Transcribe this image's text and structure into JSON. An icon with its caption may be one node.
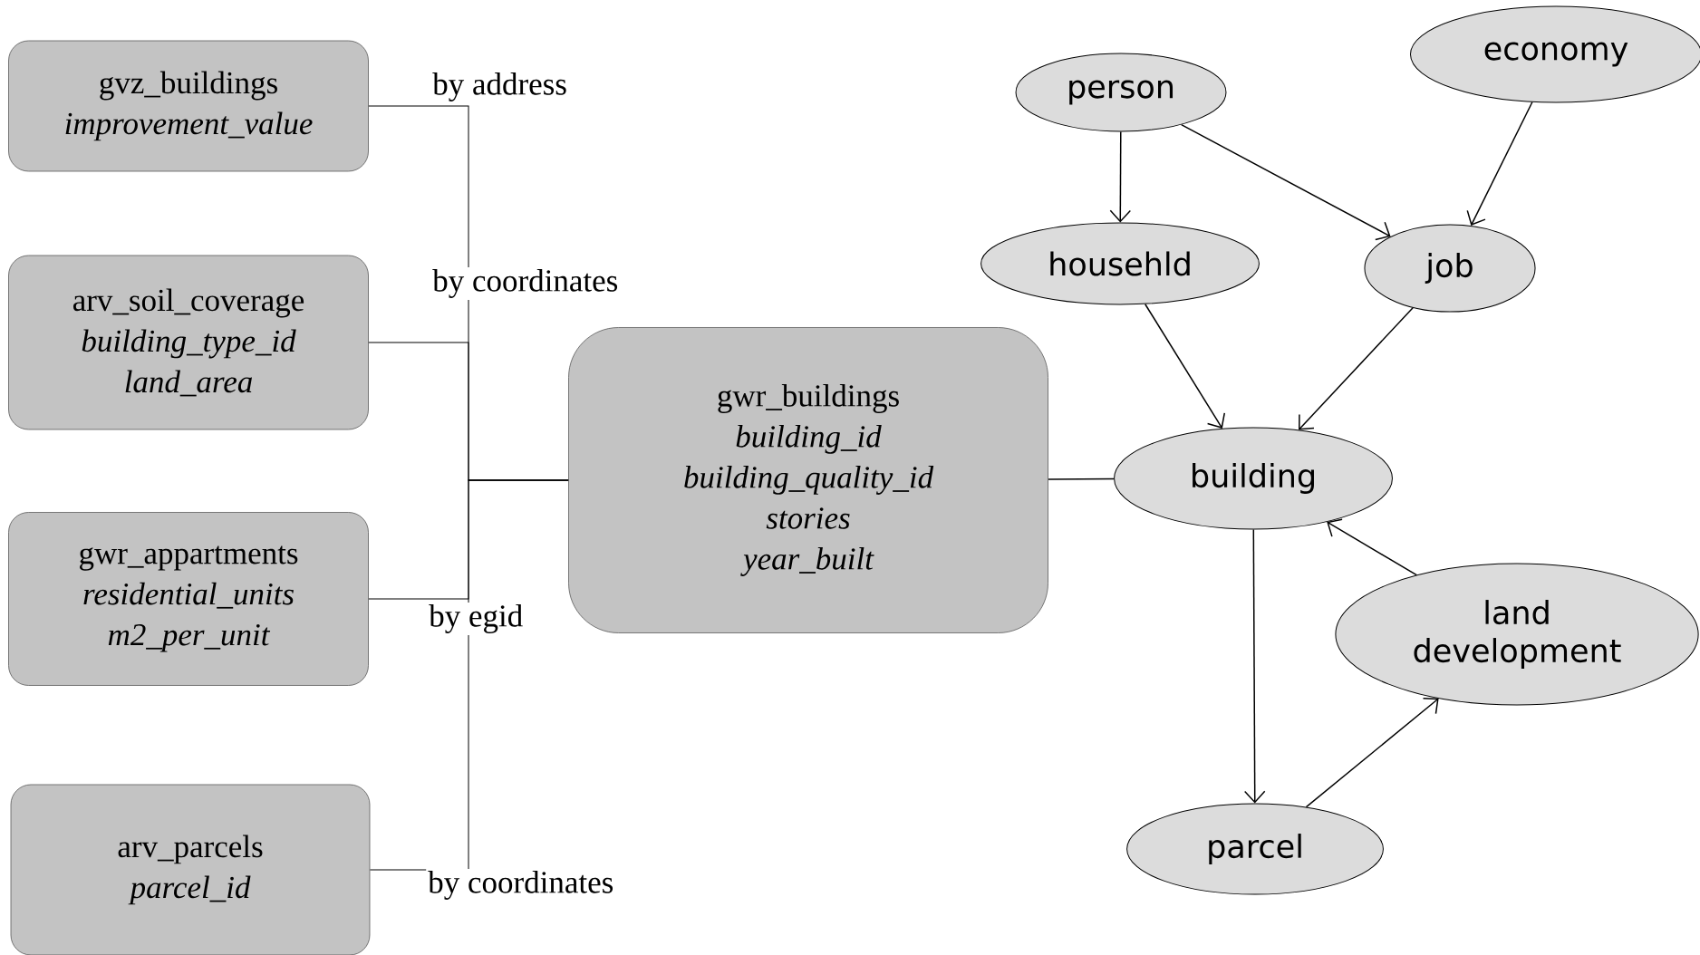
{
  "diagram": {
    "nodes": [
      {
        "text": [
          "gvz_buildings",
          "improvement_value"
        ]
      },
      {
        "text": [
          "arv_soil_coverage",
          "building_type_id",
          "land_area"
        ]
      },
      {
        "text": [
          "gwr_appartments",
          "residential_units",
          "m2_per_unit"
        ]
      },
      {
        "text": [
          "arv_parcels",
          "parcel_id"
        ]
      },
      {
        "text": [
          "gwr_buildings",
          "building_id",
          "building_quality_id",
          "stories",
          "year_built"
        ]
      },
      {
        "text": [
          "person"
        ]
      },
      {
        "text": [
          "economy"
        ]
      },
      {
        "text": [
          "househld"
        ]
      },
      {
        "text": [
          "job"
        ]
      },
      {
        "text": [
          "building"
        ]
      },
      {
        "text": [
          "land development"
        ]
      },
      {
        "text": [
          "parcel"
        ]
      }
    ],
    "edges": [
      {
        "from": 0,
        "to": 4,
        "arrow": "none",
        "label": "by address"
      },
      {
        "from": 1,
        "to": 4,
        "arrow": "none",
        "label": "by coordinates"
      },
      {
        "from": 2,
        "to": 4,
        "arrow": "none",
        "label": "by egid"
      },
      {
        "from": 3,
        "to": 4,
        "arrow": "none",
        "label": "by coordinates"
      },
      {
        "from": 4,
        "to": 9,
        "arrow": "none"
      },
      {
        "from": 5,
        "to": 7,
        "arrow": "to"
      },
      {
        "from": 5,
        "to": 8,
        "arrow": "to"
      },
      {
        "from": 6,
        "to": 8,
        "arrow": "to"
      },
      {
        "from": 7,
        "to": 9,
        "arrow": "to"
      },
      {
        "from": 8,
        "to": 9,
        "arrow": "to"
      },
      {
        "from": 9,
        "to": 11,
        "arrow": "to"
      },
      {
        "from": 11,
        "to": 10,
        "arrow": "to"
      },
      {
        "from": 10,
        "to": 9,
        "arrow": "to"
      }
    ]
  }
}
